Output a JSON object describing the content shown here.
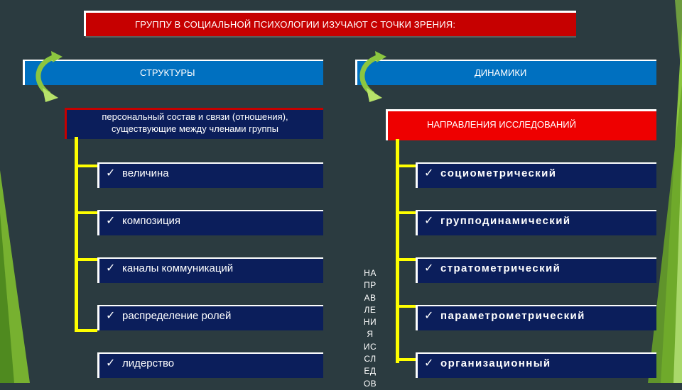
{
  "title": "ГРУППУ В СОЦИАЛЬНОЙ ПСИХОЛОГИИ ИЗУЧАЮТ С ТОЧКИ ЗРЕНИЯ:",
  "left": {
    "heading": "СТРУКТУРЫ",
    "definition_line1": "персональный состав и связи (отношения),",
    "definition_line2": "существующие между членами группы",
    "items": [
      "величина",
      "композиция",
      "каналы коммуникаций",
      "распределение ролей",
      "лидерство"
    ]
  },
  "right": {
    "heading": "ДИНАМИКИ",
    "subheading": "НАПРАВЛЕНИЯ ИССЛЕДОВАНИЙ",
    "items": [
      "социометрический",
      "групподинамический",
      "стратометрический",
      "параметрометрический",
      "организационный"
    ]
  },
  "vertical_text": [
    "НА",
    "ПР",
    "АВ",
    "ЛЕ",
    "НИ",
    "Я",
    "ИС",
    "СЛ",
    "ЕД",
    "ОВ"
  ],
  "check_glyph": "✓",
  "colors": {
    "background": "#2b3b40",
    "title_red": "#c60000",
    "heading_blue": "#0070c0",
    "item_navy": "#0b1e5b",
    "subheading_red": "#ee0000",
    "connector_yellow": "#ffff00",
    "decor_green": "#8cc63f"
  },
  "icons": [
    "curved-arrow-icon",
    "check-icon"
  ]
}
